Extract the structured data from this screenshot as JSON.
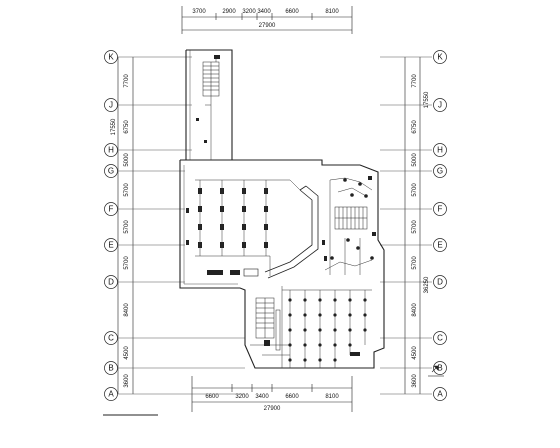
{
  "axes": [
    "K",
    "J",
    "H",
    "G",
    "F",
    "E",
    "D",
    "C",
    "B",
    "A"
  ],
  "left_dims": [
    "7700",
    "6750",
    "5000",
    "5700",
    "5700",
    "5700",
    "8400",
    "4500",
    "3600"
  ],
  "left_total": "17550",
  "right_dims": [
    "7700",
    "6750",
    "5000",
    "5700",
    "5700",
    "5700",
    "8400",
    "4500",
    "3600"
  ],
  "right_total_top": "17550",
  "right_total_bottom": "36250",
  "top_dims": [
    "3700",
    "2900",
    "3200",
    "3400",
    "6600",
    "8100"
  ],
  "top_total": "27900",
  "bottom_dims": [
    "6600",
    "3200",
    "3400",
    "6600",
    "8100"
  ],
  "bottom_total": "27900"
}
